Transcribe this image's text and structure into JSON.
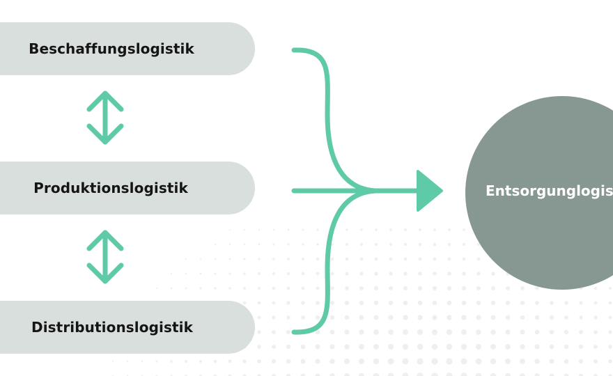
{
  "nodes": {
    "procurement": "Beschaffungslogistik",
    "production": "Produktionslogistik",
    "distribution": "Distributionslogistik",
    "disposal": "Entsorgunglogistik"
  },
  "colors": {
    "accent": "#5fcaa7",
    "pill": "#d8dfdc",
    "circle": "#869891",
    "text_dark": "#151515",
    "text_light": "#ffffff",
    "dots": "#eef0ef"
  },
  "icons": {
    "link_arrows": "double-headed-vertical-arrow",
    "merge_arrow": "brace-merge-arrow"
  }
}
